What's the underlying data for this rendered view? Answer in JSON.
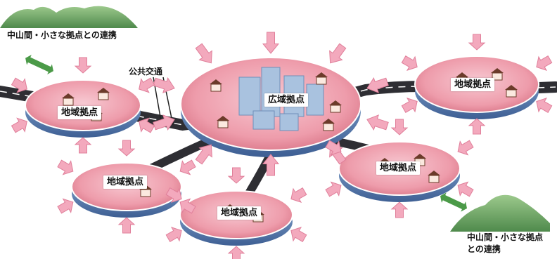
{
  "labels": {
    "main_hub": "広域拠点",
    "regional_hubs": [
      "地域拠点",
      "地域拠点",
      "地域拠点",
      "地域拠点",
      "地域拠点"
    ],
    "public_transport": "公共交通",
    "mountain_link_top": "中山間・小さな拠点との連携",
    "mountain_link_bottom_line1": "中山間・小さな拠点",
    "mountain_link_bottom_line2": "との連携"
  },
  "colors": {
    "disc_pink": "#f0a8b4",
    "disc_rim": "#5a7fb5",
    "arrow_pink": "#f3a9bd",
    "road": "#2e2e33",
    "hill_green": "#6fa86a",
    "link_arrow_green": "#4b9a48",
    "building_blue": "#a9c2df",
    "house_roof": "#6b3b2a"
  }
}
